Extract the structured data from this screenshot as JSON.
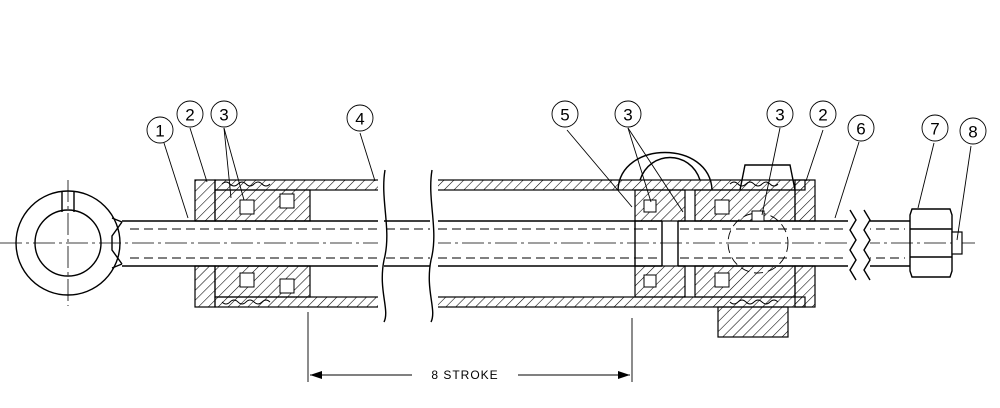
{
  "balloons": [
    {
      "label": "1"
    },
    {
      "label": "2"
    },
    {
      "label": "3"
    },
    {
      "label": "4"
    },
    {
      "label": "5"
    },
    {
      "label": "3"
    },
    {
      "label": "3"
    },
    {
      "label": "2"
    },
    {
      "label": "6"
    },
    {
      "label": "7"
    },
    {
      "label": "8"
    }
  ],
  "stroke_dimension": {
    "label": "8 STROKE"
  }
}
